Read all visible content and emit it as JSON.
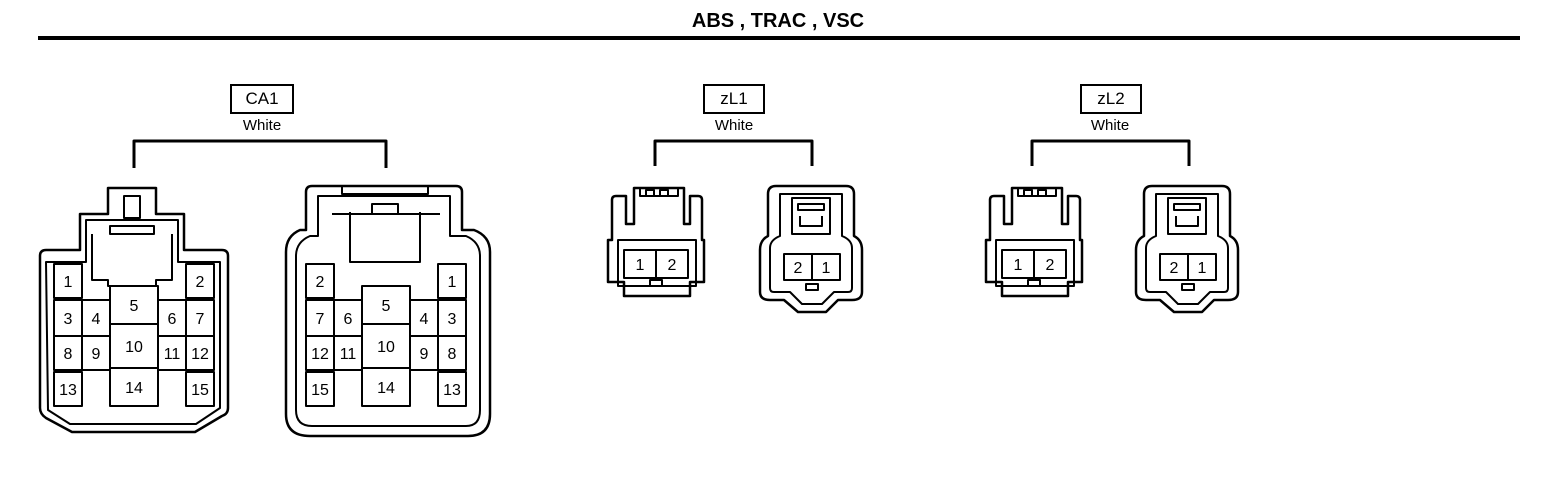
{
  "title": "ABS , TRAC , VSC",
  "connectors": [
    {
      "code": "CA1",
      "color": "White"
    },
    {
      "code": "zL1",
      "color": "White"
    },
    {
      "code": "zL2",
      "color": "White"
    }
  ],
  "ca1": {
    "left_view": [
      "1",
      "2",
      "3",
      "4",
      "5",
      "6",
      "7",
      "8",
      "9",
      "10",
      "11",
      "12",
      "13",
      "14",
      "15"
    ],
    "right_view": [
      "2",
      "1",
      "7",
      "6",
      "5",
      "4",
      "3",
      "12",
      "11",
      "10",
      "9",
      "8",
      "15",
      "14",
      "13"
    ]
  },
  "zl": {
    "left_view": [
      "1",
      "2"
    ],
    "right_view": [
      "2",
      "1"
    ]
  }
}
